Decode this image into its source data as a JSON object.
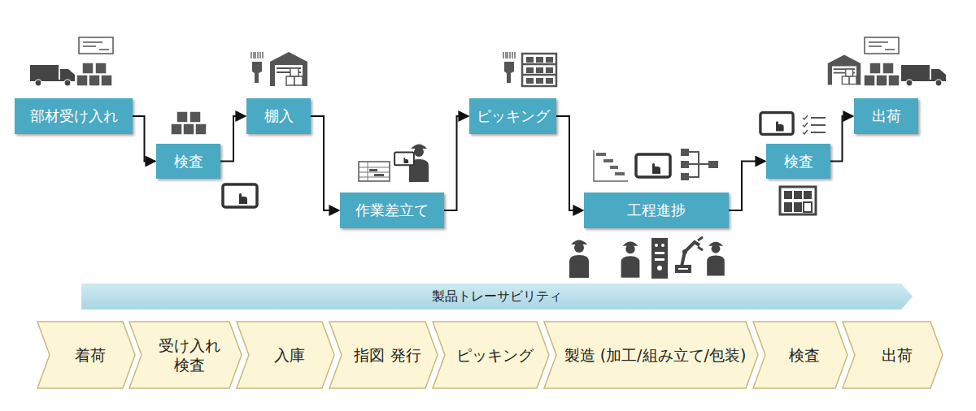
{
  "diagram": {
    "nodes": [
      {
        "text": [
          "部材受け入れ"
        ]
      },
      {
        "text": [
          "検査"
        ]
      },
      {
        "text": [
          "棚入"
        ]
      },
      {
        "text": [
          "作業差立て"
        ]
      },
      {
        "text": [
          "ピッキング"
        ]
      },
      {
        "text": [
          "工程進捗"
        ]
      },
      {
        "text": [
          "検査"
        ]
      },
      {
        "text": [
          "出荷"
        ]
      },
      {
        "text": [
          "製品トレーサビリティ"
        ]
      },
      {
        "text": [
          "着荷"
        ]
      },
      {
        "text": [
          "受け入れ 検査"
        ]
      },
      {
        "text": [
          "入庫"
        ]
      },
      {
        "text": [
          "指図 発行"
        ]
      },
      {
        "text": [
          "ピッキング"
        ]
      },
      {
        "text": [
          "製造 (加工/組み立て/包装)"
        ]
      },
      {
        "text": [
          "検査"
        ]
      },
      {
        "text": [
          "出荷"
        ]
      }
    ],
    "edges": [
      {
        "from": 0,
        "to": 1,
        "arrow": "to"
      },
      {
        "from": 1,
        "to": 2,
        "arrow": "to"
      },
      {
        "from": 2,
        "to": 3,
        "arrow": "to"
      },
      {
        "from": 3,
        "to": 4,
        "arrow": "to"
      },
      {
        "from": 4,
        "to": 5,
        "arrow": "to"
      },
      {
        "from": 5,
        "to": 6,
        "arrow": "to"
      },
      {
        "from": 6,
        "to": 7,
        "arrow": "to"
      }
    ]
  }
}
